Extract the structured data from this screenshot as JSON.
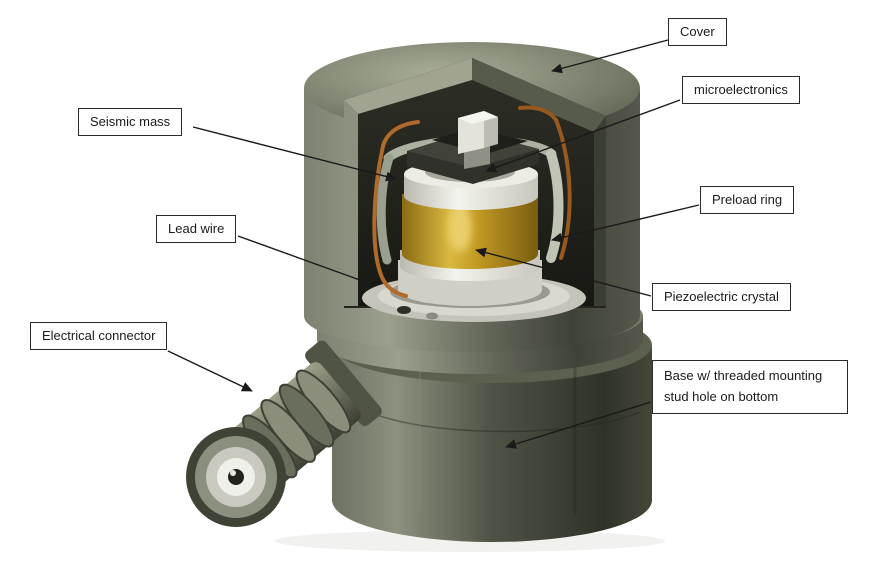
{
  "figure": {
    "labels": [
      {
        "id": "cover",
        "text": "Cover"
      },
      {
        "id": "microelectronics",
        "text": "microelectronics"
      },
      {
        "id": "seismic-mass",
        "text": "Seismic mass"
      },
      {
        "id": "preload-ring",
        "text": "Preload ring"
      },
      {
        "id": "lead-wire",
        "text": "Lead wire"
      },
      {
        "id": "piezoelectric-crystal",
        "text": "Piezoelectric crystal"
      },
      {
        "id": "electrical-connector",
        "text": "Electrical connector"
      },
      {
        "id": "base",
        "text": "Base w/ threaded mounting stud hole on bottom"
      }
    ],
    "colors": {
      "crystal_gold": "#c29a23",
      "lead_wire_copper": "#b06a2a",
      "housing_metal": "#6d7160",
      "background": "#ffffff",
      "label_border": "#2b2b2b"
    }
  }
}
